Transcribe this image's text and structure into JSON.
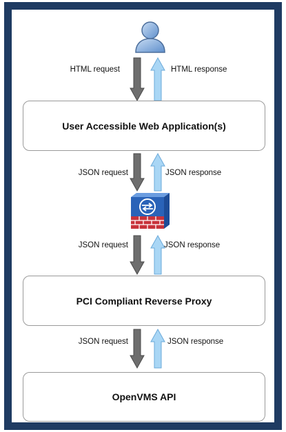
{
  "diagram": {
    "nodes": [
      {
        "id": "web_app",
        "label": "User Accessible Web Application(s)"
      },
      {
        "id": "proxy",
        "label": "PCI Compliant Reverse Proxy"
      },
      {
        "id": "api",
        "label": "OpenVMS API"
      }
    ],
    "icons": {
      "user": "user-icon",
      "firewall": "firewall-icon"
    },
    "flows": [
      {
        "request_label": "HTML request",
        "response_label": "HTML response"
      },
      {
        "request_label": "JSON request",
        "response_label": "JSON response"
      },
      {
        "request_label": "JSON request",
        "response_label": "JSON response"
      },
      {
        "request_label": "JSON request",
        "response_label": "JSON response"
      }
    ]
  },
  "colors": {
    "frame": "#1f3b62",
    "request_arrow": "#6e6e6e",
    "response_arrow": "#a9d6f5",
    "firewall_blue": "#2a63b8",
    "firewall_brick": "#c8333b"
  }
}
